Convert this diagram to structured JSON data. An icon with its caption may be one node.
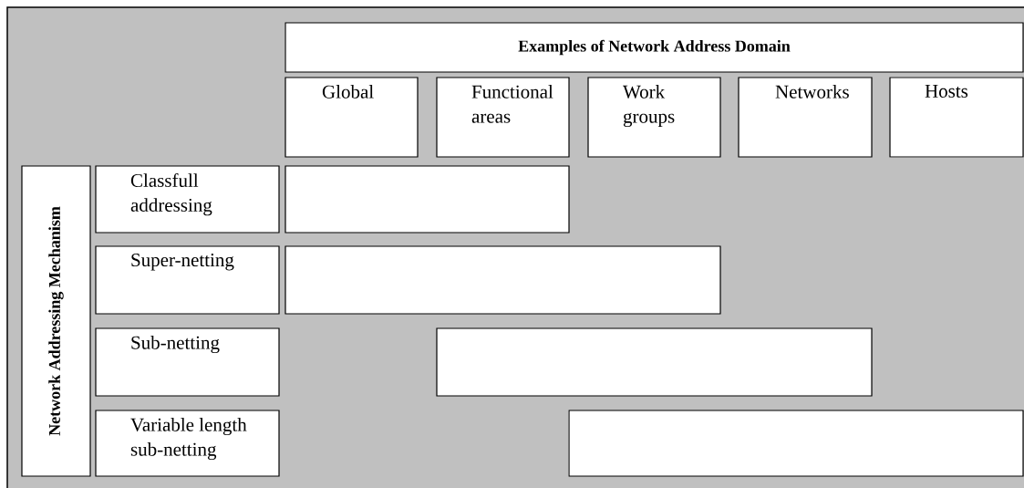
{
  "diagram": {
    "nodes": [
      {
        "text": [
          "Examples of Network Address Domain"
        ]
      },
      {
        "text": [
          "Global"
        ]
      },
      {
        "text": [
          "Functional areas"
        ]
      },
      {
        "text": [
          "Work groups"
        ]
      },
      {
        "text": [
          "Networks"
        ]
      },
      {
        "text": [
          "Hosts"
        ]
      },
      {
        "text": [
          "Network Addressing Mechanism"
        ]
      },
      {
        "text": [
          "Classfull addressing"
        ]
      },
      {
        "text": [
          "Super-netting"
        ]
      },
      {
        "text": [
          "Sub-netting"
        ]
      },
      {
        "text": [
          "Variable length sub-netting"
        ]
      },
      {
        "text": [],
        "shape": "bar"
      },
      {
        "text": [],
        "shape": "bar"
      },
      {
        "text": [],
        "shape": "bar"
      },
      {
        "text": [],
        "shape": "bar"
      }
    ]
  }
}
